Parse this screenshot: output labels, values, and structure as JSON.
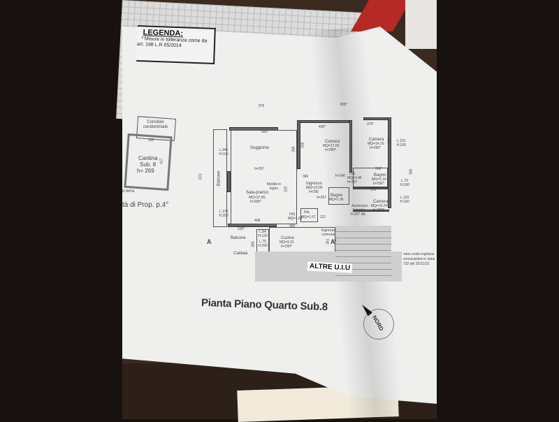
{
  "legend": {
    "title": "LEGENDA:",
    "line1": "* Misure in tolleranza come da",
    "line2": "art. 198  L.R 65/2014"
  },
  "cantina": {
    "corridor": "Corridoio condominiale",
    "width": "335",
    "depth": "417",
    "name": "Cantina",
    "sub": "Sub. 8",
    "height": "h= 269",
    "floor_note": "o terra",
    "prop_note": "tà di Prop. p.4°"
  },
  "dims": {
    "top_left": "575",
    "top_right": "855*",
    "left_total": "870",
    "right_total": "596",
    "soggiorno_w": "560*",
    "soggiorno_h": "358",
    "camera1_w": "400*",
    "camera1_h": "438",
    "camera2_w": "375*",
    "camera2_h": "310*",
    "ingresso_w": "366",
    "sala_h": "220",
    "bagno_w": "260*",
    "camera3_w": "370",
    "sala_w": "408",
    "corridor_w": "360",
    "rip_w": "112",
    "balcone_w": "220*",
    "cucina_h": "261",
    "balcone_h": "365"
  },
  "rooms": {
    "soggiorno": "Soggiorno",
    "camera1": {
      "name": "Camera",
      "mq": "MQ=17.05",
      "h": "h=290*"
    },
    "camera2": {
      "name": "Camera",
      "mq": "MQ=14.19",
      "h": "h=290*"
    },
    "sala": {
      "name": "Sala-pranzo",
      "mq": "MQ=37.85",
      "h": "h=290*"
    },
    "ingresso": {
      "name": "Ingresso",
      "mq": "MQ=10.06",
      "h": "h=290"
    },
    "dis1": {
      "name": "DIS.",
      "mq": "MQ=3.46",
      "h": "h=257"
    },
    "bagno1": {
      "name": "Bagno",
      "mq": "MQ=5.14",
      "h": "h=290*"
    },
    "bagno2": {
      "name": "Bagno",
      "mq": "MQ=1.95"
    },
    "camera3": {
      "name": "Camera",
      "mq": "MQ=10.25",
      "h": "h=290*"
    },
    "ascensore": {
      "name": "Ascensore",
      "sub": "Fondale",
      "h": "H.257 ML"
    },
    "dis2": {
      "name": "DIS.",
      "mq": "MQ=1.61"
    },
    "rip": {
      "name": "Rip.",
      "mq": "MQ=1.67"
    },
    "cucina": {
      "name": "Cucina",
      "mq": "MQ=9.31",
      "h": "h=290*"
    },
    "ingresso_comune": "Ingresso comune",
    "balcone1": "Balcone",
    "balcone2": "Balcone",
    "caldaia": "Caldaia"
  },
  "windows": {
    "w1": "L.346 H.160",
    "w2": "L.170 H.250",
    "w3": "L.115 H.160",
    "w4": "L.70 H.160",
    "w5": "L.120 H.160",
    "w6": "L.84 H.120",
    "w7": "L.75 H.290"
  },
  "notes": {
    "h257a": "h=257",
    "h257b": "h=257",
    "h240": "h=240",
    "mobile": "Mobile in legno",
    "section_a": "A",
    "section_a2": "A'",
    "altre": "ALTRE U.I.U",
    "vano": "vano scala regolariz",
    "vano2": "concessione in sana",
    "vano3": "732 del 25/11/19"
  },
  "title": "Pianta Piano Quarto Sub.8",
  "nord": "NORD"
}
